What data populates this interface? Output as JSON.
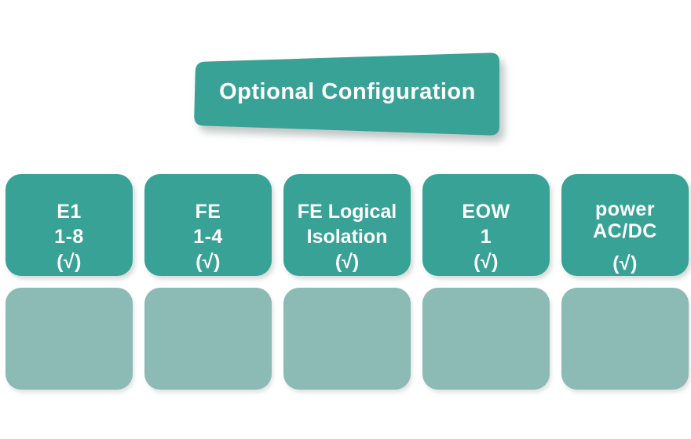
{
  "title": {
    "label": "Optional Configuration"
  },
  "colors": {
    "teal": "#38a296",
    "teal_light": "#8cbab4",
    "label_text": "#ffffff"
  },
  "cards": [
    {
      "lines": [
        "E1",
        "1-8",
        "(√)"
      ]
    },
    {
      "lines": [
        "FE",
        "1-4",
        "(√)"
      ]
    },
    {
      "lines": [
        "FE Logical",
        "Isolation",
        "(√)"
      ]
    },
    {
      "lines": [
        "EOW",
        "1",
        "(√)"
      ]
    },
    {
      "lines": [
        "power",
        "AC/DC",
        "(√)"
      ]
    }
  ],
  "placeholder_count": 5
}
